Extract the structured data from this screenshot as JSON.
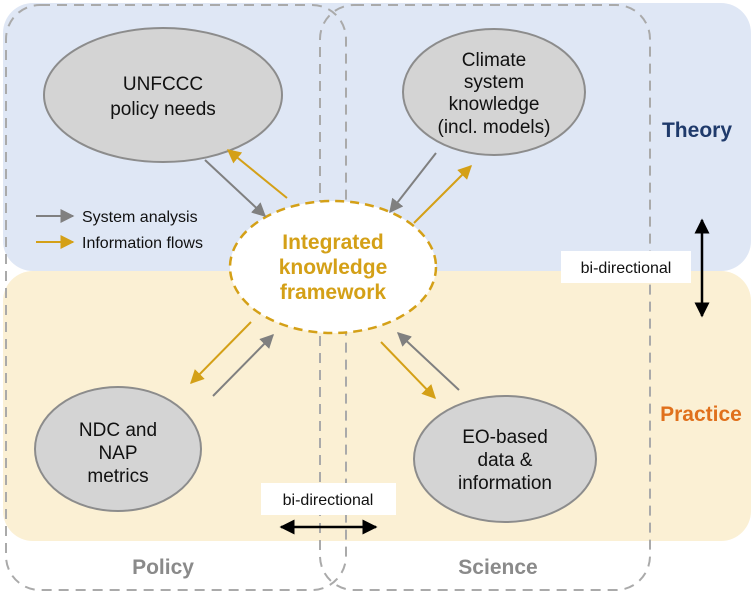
{
  "zones": {
    "theory": "Theory",
    "practice": "Practice"
  },
  "columns": {
    "policy": "Policy",
    "science": "Science"
  },
  "nodes": {
    "unfccc": [
      "UNFCCC",
      "policy needs"
    ],
    "climate": [
      "Climate",
      "system",
      "knowledge",
      "(incl. models)"
    ],
    "ndc": [
      "NDC and",
      "NAP",
      "metrics"
    ],
    "eo": [
      "EO-based",
      "data &",
      "information"
    ]
  },
  "center": [
    "Integrated",
    "knowledge",
    "framework"
  ],
  "legend": {
    "system_analysis": "System analysis",
    "information_flows": "Information flows"
  },
  "bidirectional": {
    "vertical": "bi-directional",
    "horizontal": "bi-directional"
  },
  "colors": {
    "theory_band": "#dfe7f5",
    "practice_band": "#fbf0d4",
    "node_fill": "#d4d4d4",
    "center_accent": "#d4a017",
    "system_analysis_arrow": "#808080",
    "information_flow_arrow": "#d4a017",
    "theory_label": "#1f3a6b",
    "practice_label": "#e0701c",
    "column_label": "#8a8a8a"
  }
}
